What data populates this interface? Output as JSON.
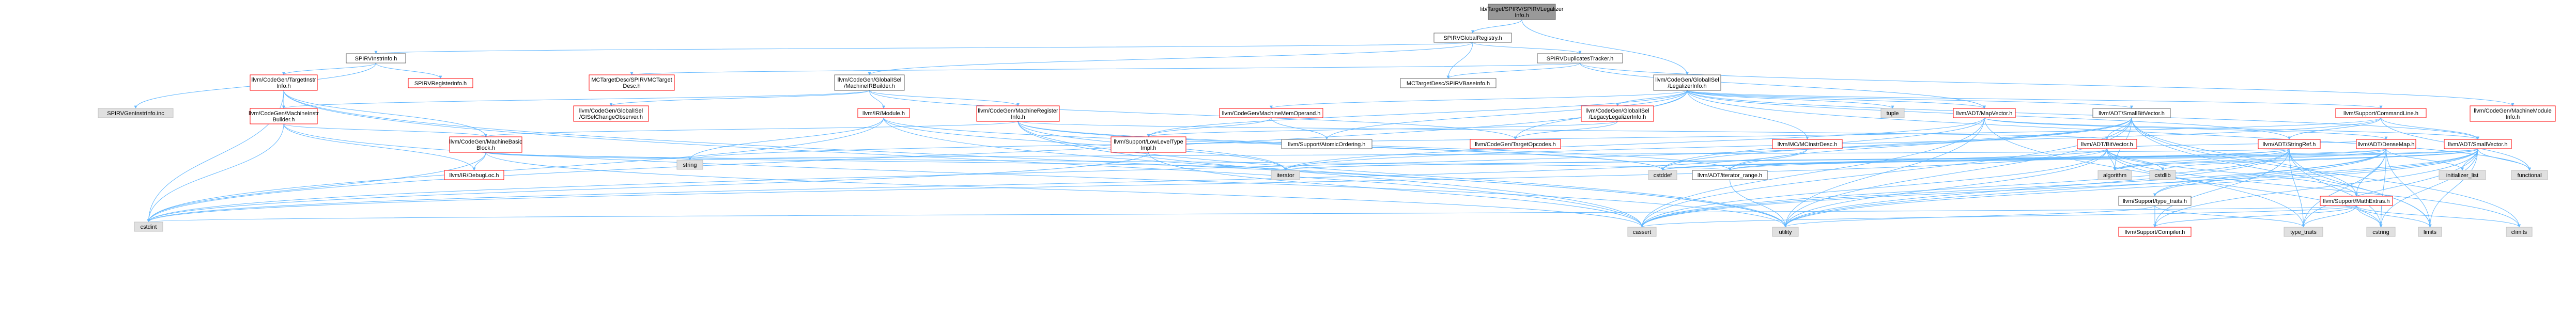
{
  "colors": {
    "root_fill": "#999999",
    "node_fill": "#ffffff",
    "node_stroke_black": "#666666",
    "node_stroke_red": "#ff0000",
    "node_stroke_gray": "#bfbfbf",
    "external_fill": "#e0e0e0",
    "edge": "#63b8ff"
  },
  "graph": {
    "nodes": [
      {
        "id": "root",
        "lines": [
          "lib/Target/SPIRV/SPIRVLegalizer",
          "Info.h"
        ],
        "style": "root"
      },
      {
        "id": "globalregistry",
        "lines": [
          "SPIRVGlobalRegistry.h"
        ],
        "style": "plain"
      },
      {
        "id": "instrinfo",
        "lines": [
          "SPIRVInstrInfo.h"
        ],
        "style": "plain"
      },
      {
        "id": "duplicatestracker",
        "lines": [
          "SPIRVDuplicatesTracker.h"
        ],
        "style": "plain"
      },
      {
        "id": "targetinstrinfo",
        "lines": [
          "llvm/CodeGen/TargetInstr",
          "Info.h"
        ],
        "style": "red"
      },
      {
        "id": "spirvregisterinfo",
        "lines": [
          "SPIRVRegisterInfo.h"
        ],
        "style": "red"
      },
      {
        "id": "mctargetdesc",
        "lines": [
          "MCTargetDesc/SPIRVMCTarget",
          "Desc.h"
        ],
        "style": "red"
      },
      {
        "id": "machineirbuilder",
        "lines": [
          "llvm/CodeGen/GlobalISel",
          "/MachineIRBuilder.h"
        ],
        "style": "plain"
      },
      {
        "id": "spirvbaseinfo",
        "lines": [
          "MCTargetDesc/SPIRVBaseInfo.h"
        ],
        "style": "plain"
      },
      {
        "id": "legalizerinfo",
        "lines": [
          "llvm/CodeGen/GlobalISel",
          "/LegalizerInfo.h"
        ],
        "style": "plain"
      },
      {
        "id": "machinemodule",
        "lines": [
          "llvm/CodeGen/MachineModule",
          "Info.h"
        ],
        "style": "red"
      },
      {
        "id": "genintrinfo",
        "lines": [
          "SPIRVGenInstrInfo.inc"
        ],
        "style": "external"
      },
      {
        "id": "machineinstrbuilder",
        "lines": [
          "llvm/CodeGen/MachineInstr",
          "Builder.h"
        ],
        "style": "red"
      },
      {
        "id": "gisel_change",
        "lines": [
          "llvm/CodeGen/GlobalISel",
          "/GISelChangeObserver.h"
        ],
        "style": "red"
      },
      {
        "id": "irmodule",
        "lines": [
          "llvm/IR/Module.h"
        ],
        "style": "red"
      },
      {
        "id": "machineregister",
        "lines": [
          "llvm/CodeGen/MachineRegister",
          "Info.h"
        ],
        "style": "red"
      },
      {
        "id": "machinememoperand",
        "lines": [
          "llvm/CodeGen/MachineMemOperand.h"
        ],
        "style": "red"
      },
      {
        "id": "legacylegalizer",
        "lines": [
          "llvm/CodeGen/GlobalISel",
          "/LegacyLegalizerInfo.h"
        ],
        "style": "red"
      },
      {
        "id": "tuple",
        "lines": [
          "tuple"
        ],
        "style": "external"
      },
      {
        "id": "mapvector",
        "lines": [
          "llvm/ADT/MapVector.h"
        ],
        "style": "red"
      },
      {
        "id": "smallbitvector",
        "lines": [
          "llvm/ADT/SmallBitVector.h"
        ],
        "style": "plain"
      },
      {
        "id": "commandline",
        "lines": [
          "llvm/Support/CommandLine.h"
        ],
        "style": "red"
      },
      {
        "id": "machinebasicblock",
        "lines": [
          "llvm/CodeGen/MachineBasic",
          "Block.h"
        ],
        "style": "red"
      },
      {
        "id": "lowleveltype",
        "lines": [
          "llvm/Support/LowLevelType",
          "Impl.h"
        ],
        "style": "red"
      },
      {
        "id": "atomicordering",
        "lines": [
          "llvm/Support/AtomicOrdering.h"
        ],
        "style": "plain"
      },
      {
        "id": "targetopcodes",
        "lines": [
          "llvm/CodeGen/TargetOpcodes.h"
        ],
        "style": "red"
      },
      {
        "id": "mcinstrdesc",
        "lines": [
          "llvm/MC/MCInstrDesc.h"
        ],
        "style": "red"
      },
      {
        "id": "stringref",
        "lines": [
          "llvm/ADT/StringRef.h"
        ],
        "style": "red"
      },
      {
        "id": "bitvector",
        "lines": [
          "llvm/ADT/BitVector.h"
        ],
        "style": "red"
      },
      {
        "id": "densemap",
        "lines": [
          "llvm/ADT/DenseMap.h"
        ],
        "style": "red"
      },
      {
        "id": "smallvector",
        "lines": [
          "llvm/ADT/SmallVector.h"
        ],
        "style": "red"
      },
      {
        "id": "debugloc",
        "lines": [
          "llvm/IR/DebugLoc.h"
        ],
        "style": "red"
      },
      {
        "id": "string",
        "lines": [
          "string"
        ],
        "style": "external"
      },
      {
        "id": "iterator",
        "lines": [
          "iterator"
        ],
        "style": "external"
      },
      {
        "id": "cstddef",
        "lines": [
          "cstddef"
        ],
        "style": "external"
      },
      {
        "id": "iterator_range",
        "lines": [
          "llvm/ADT/iterator_range.h"
        ],
        "style": "plain"
      },
      {
        "id": "algorithm",
        "lines": [
          "algorithm"
        ],
        "style": "external"
      },
      {
        "id": "cstdlib",
        "lines": [
          "cstdlib"
        ],
        "style": "external"
      },
      {
        "id": "type_traits_h",
        "lines": [
          "llvm/Support/type_traits.h"
        ],
        "style": "plain"
      },
      {
        "id": "mathextras",
        "lines": [
          "llvm/Support/MathExtras.h"
        ],
        "style": "red"
      },
      {
        "id": "initializer_list",
        "lines": [
          "initializer_list"
        ],
        "style": "external"
      },
      {
        "id": "functional",
        "lines": [
          "functional"
        ],
        "style": "external"
      },
      {
        "id": "cstdint",
        "lines": [
          "cstdint"
        ],
        "style": "external"
      },
      {
        "id": "cassert",
        "lines": [
          "cassert"
        ],
        "style": "external"
      },
      {
        "id": "utility",
        "lines": [
          "utility"
        ],
        "style": "external"
      },
      {
        "id": "compiler",
        "lines": [
          "llvm/Support/Compiler.h"
        ],
        "style": "red"
      },
      {
        "id": "type_traits",
        "lines": [
          "type_traits"
        ],
        "style": "external"
      },
      {
        "id": "cstring",
        "lines": [
          "cstring"
        ],
        "style": "external"
      },
      {
        "id": "limits",
        "lines": [
          "limits"
        ],
        "style": "external"
      },
      {
        "id": "climits",
        "lines": [
          "climits"
        ],
        "style": "external"
      }
    ]
  }
}
